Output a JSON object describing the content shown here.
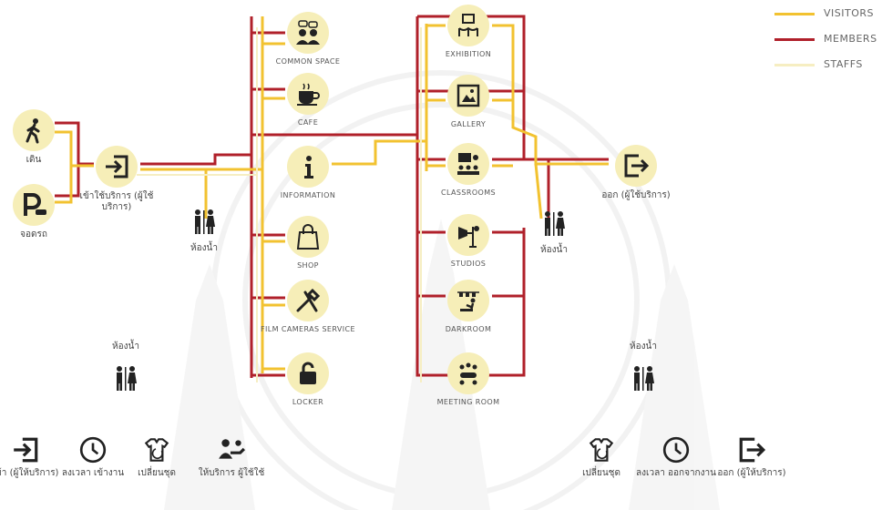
{
  "legend": {
    "visitors": {
      "label": "VISITORS",
      "color": "#f2c230"
    },
    "members": {
      "label": "MEMBERS",
      "color": "#b0202a"
    },
    "staffs": {
      "label": "STAFFS",
      "color": "#f6eec2"
    }
  },
  "entry": {
    "walk": {
      "label": "เดิน",
      "icon": "walking-person-icon"
    },
    "parking": {
      "label": "จอดรถ",
      "icon": "parking-icon"
    },
    "enter": {
      "label": "เข้าใช้บริการ (ผู้ใช้บริการ)",
      "icon": "enter-icon"
    },
    "restroom": {
      "label": "ห้องน้ำ",
      "icon": "restroom-icon"
    }
  },
  "zone_a": [
    {
      "label": "COMMON SPACE",
      "icon": "people-chat-icon"
    },
    {
      "label": "CAFE",
      "icon": "coffee-cup-icon"
    },
    {
      "label": "INFORMATION",
      "icon": "info-icon"
    },
    {
      "label": "SHOP",
      "icon": "shopping-bag-icon"
    },
    {
      "label": "FILM CAMERAS SERVICE",
      "icon": "tools-icon"
    },
    {
      "label": "LOCKER",
      "icon": "padlock-icon"
    }
  ],
  "zone_b": [
    {
      "label": "EXHIBITION",
      "icon": "exhibition-icon"
    },
    {
      "label": "GALLERY",
      "icon": "picture-frame-icon"
    },
    {
      "label": "CLASSROOMS",
      "icon": "classroom-icon"
    },
    {
      "label": "STUDIOS",
      "icon": "studio-light-icon"
    },
    {
      "label": "DARKROOM",
      "icon": "darkroom-icon"
    },
    {
      "label": "MEETING ROOM",
      "icon": "meeting-icon"
    }
  ],
  "exit_side": {
    "restroom": {
      "label": "ห้องน้ำ",
      "icon": "restroom-icon"
    },
    "exit": {
      "label": "ออก (ผู้ใช้บริการ)",
      "icon": "exit-icon"
    }
  },
  "staff_left": {
    "restroom": {
      "label": "ห้องน้ำ",
      "icon": "restroom-icon"
    },
    "items": [
      {
        "label": "เข้า (ผู้ให้บริการ)",
        "icon": "enter-icon"
      },
      {
        "label": "ลงเวลา เข้างาน",
        "icon": "clock-icon"
      },
      {
        "label": "เปลี่ยนชุด",
        "icon": "change-clothes-icon"
      },
      {
        "label": "ให้บริการ ผู้ใช้ใช้",
        "icon": "service-icon"
      }
    ]
  },
  "staff_right": {
    "restroom": {
      "label": "ห้องน้ำ",
      "icon": "restroom-icon"
    },
    "items": [
      {
        "label": "เปลี่ยนชุด",
        "icon": "change-clothes-icon"
      },
      {
        "label": "ลงเวลา ออกจากงาน",
        "icon": "clock-icon"
      },
      {
        "label": "ออก (ผู้ให้บริการ)",
        "icon": "exit-icon"
      }
    ]
  }
}
